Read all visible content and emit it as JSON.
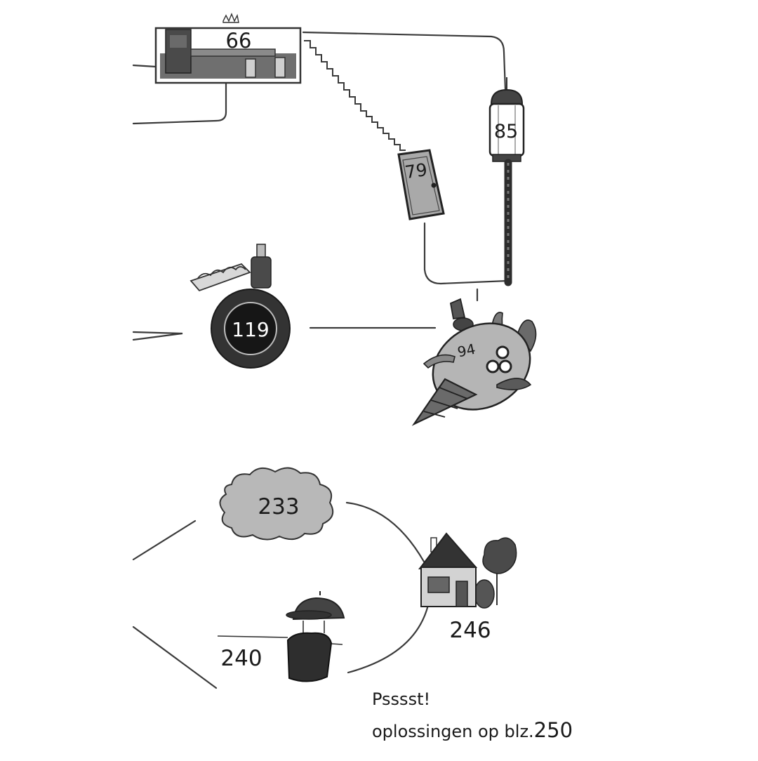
{
  "nodes": {
    "room": {
      "page": "66"
    },
    "door": {
      "page": "79"
    },
    "lantern": {
      "page": "85"
    },
    "drill": {
      "page": "94"
    },
    "plate": {
      "page": "119"
    },
    "cloud": {
      "page": "233"
    },
    "balloon": {
      "page": "240"
    },
    "house": {
      "page": "246"
    }
  },
  "footer": {
    "hint": "Psssst!",
    "solutions_prefix": "oplossingen op blz.",
    "solutions_page": "250"
  }
}
